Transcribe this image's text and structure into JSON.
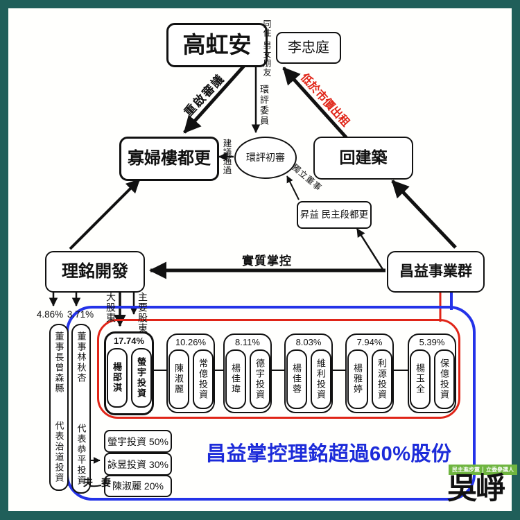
{
  "colors": {
    "frame_teal": "#205f5a",
    "accent_red": "#e02417",
    "accent_blue": "#2433e8",
    "callout_blue": "#1c2bd9",
    "badge_green": "#6fb540",
    "ink": "#111111"
  },
  "nodes": {
    "gao": "高虹安",
    "li": "李忠庭",
    "widow": "寡婦樓都更",
    "eia": "環評初審",
    "hui": "回建築",
    "shengyi": "昇益 民主段都更",
    "liming": "理銘開發",
    "changyi": "昌益事業群"
  },
  "edges": {
    "cohabit_1": "同住",
    "cohabit_2": "男女朋友",
    "reopen": "重啟審議",
    "eia_member": "環評委員",
    "below_market": "低於市價出租",
    "suggest_pass": "建議通過",
    "indep_director": "獨立董事",
    "control": "實質掌控",
    "major_shareholder": "大股東",
    "main_shareholders": "主要股東"
  },
  "shareholding": {
    "directors": [
      {
        "pct": "4.86%",
        "title": "董事長曾森縣",
        "rep": "代表治道投資"
      },
      {
        "pct": "3.71%",
        "title": "董事林秋杏",
        "rep": "代表恭平投資"
      }
    ],
    "groups": [
      {
        "pct": "17.74%",
        "person": "楊郘淇",
        "company": "螢宇投資"
      },
      {
        "pct": "10.26%",
        "person": "陳淑麗",
        "company": "常億投資"
      },
      {
        "pct": "8.11%",
        "person": "楊佳瑋",
        "company": "德宇投資"
      },
      {
        "pct": "8.03%",
        "person": "楊佳蓉",
        "company": "維利投資"
      },
      {
        "pct": "7.94%",
        "person": "楊雅婷",
        "company": "利源投資"
      },
      {
        "pct": "5.39%",
        "person": "楊玉全",
        "company": "保億投資"
      }
    ],
    "holdings": [
      "螢宇投資 50%",
      "詠昱投資 30%",
      "陳淑麗 20%"
    ],
    "couple": {
      "left": "夫",
      "right": "妻"
    }
  },
  "callout": {
    "text": "昌益掌控理銘超過60%股份"
  },
  "logo": {
    "party": "民主進步黨",
    "role": "立委參選人",
    "name": "吳崢"
  }
}
